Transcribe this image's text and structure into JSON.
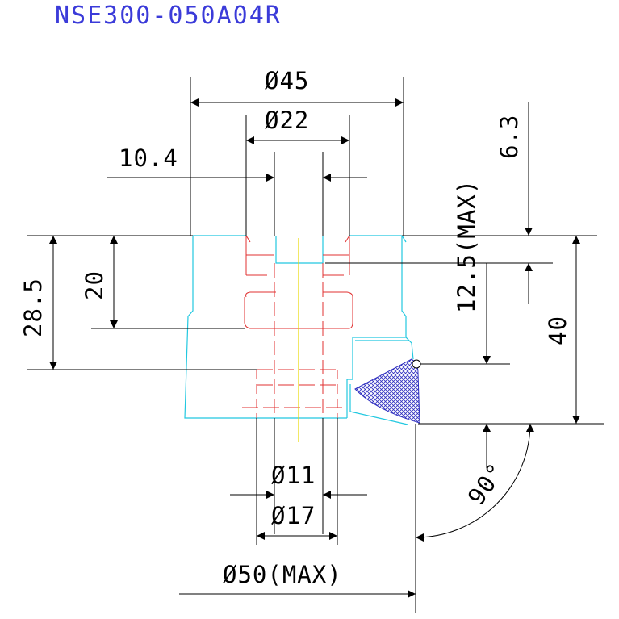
{
  "title": "NSE300-050A04R",
  "dimensions": {
    "d45": "Ø45",
    "d22": "Ø22",
    "w10_4": "10.4",
    "h6_3": "6.3",
    "h12_5": "12.5(MAX)",
    "h28_5": "28.5",
    "h20": "20",
    "h40": "40",
    "d11": "Ø11",
    "d17": "Ø17",
    "d50": "Ø50(MAX)",
    "angle90": "90°"
  },
  "colors": {
    "title": "#3b3bd9",
    "dimension": "#000000",
    "outline": "#22c8e0",
    "hidden": "#e03030",
    "centerline": "#e8d800",
    "hatch": "#3030c0"
  }
}
